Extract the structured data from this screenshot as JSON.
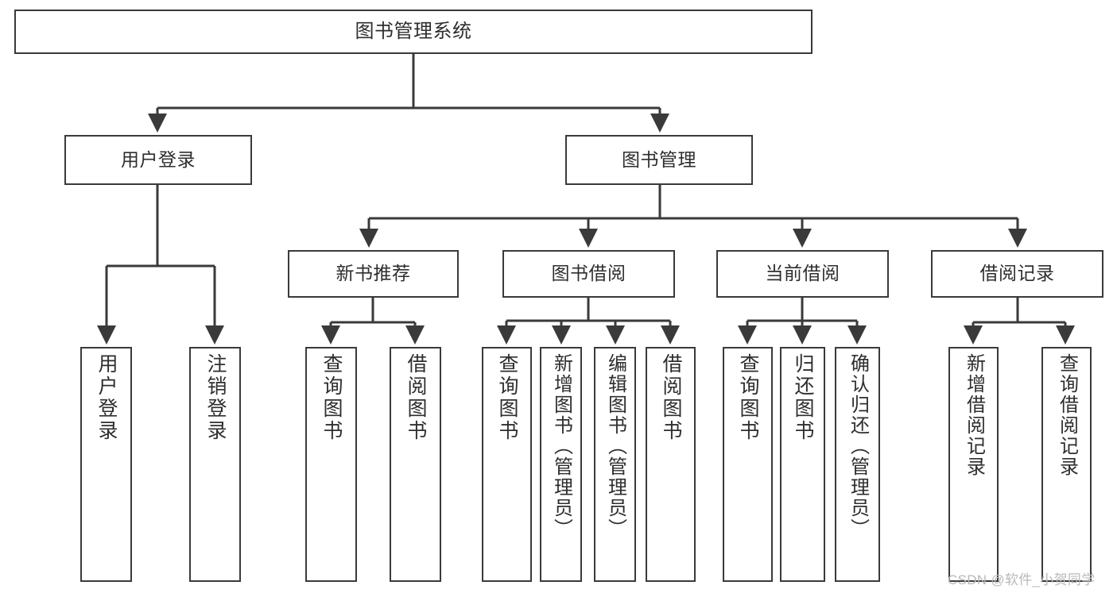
{
  "diagram": {
    "title": "图书管理系统",
    "type": "hierarchy-tree",
    "root": {
      "label": "图书管理系统"
    },
    "level2": [
      {
        "label": "用户登录"
      },
      {
        "label": "图书管理"
      }
    ],
    "level3": [
      {
        "label": "新书推荐"
      },
      {
        "label": "图书借阅"
      },
      {
        "label": "当前借阅"
      },
      {
        "label": "借阅记录"
      }
    ],
    "leaves": {
      "user_login": [
        {
          "label": "用户登录"
        },
        {
          "label": "注销登录"
        }
      ],
      "new_book_recommend": [
        {
          "label": "查询图书"
        },
        {
          "label": "借阅图书"
        }
      ],
      "book_borrow": [
        {
          "label": "查询图书"
        },
        {
          "label": "新增图书（管理员）"
        },
        {
          "label": "编辑图书（管理员）"
        },
        {
          "label": "借阅图书"
        }
      ],
      "current_borrow": [
        {
          "label": "查询图书"
        },
        {
          "label": "归还图书"
        },
        {
          "label": "确认归还（管理员）"
        }
      ],
      "borrow_record": [
        {
          "label": "新增借阅记录"
        },
        {
          "label": "查询借阅记录"
        }
      ]
    },
    "watermark": "CSDN @软件_小贺同学",
    "colors": {
      "stroke": "#3a3a3a",
      "text": "#2e2e2e",
      "background": "#ffffff",
      "watermark": "#b9b9b9"
    }
  }
}
